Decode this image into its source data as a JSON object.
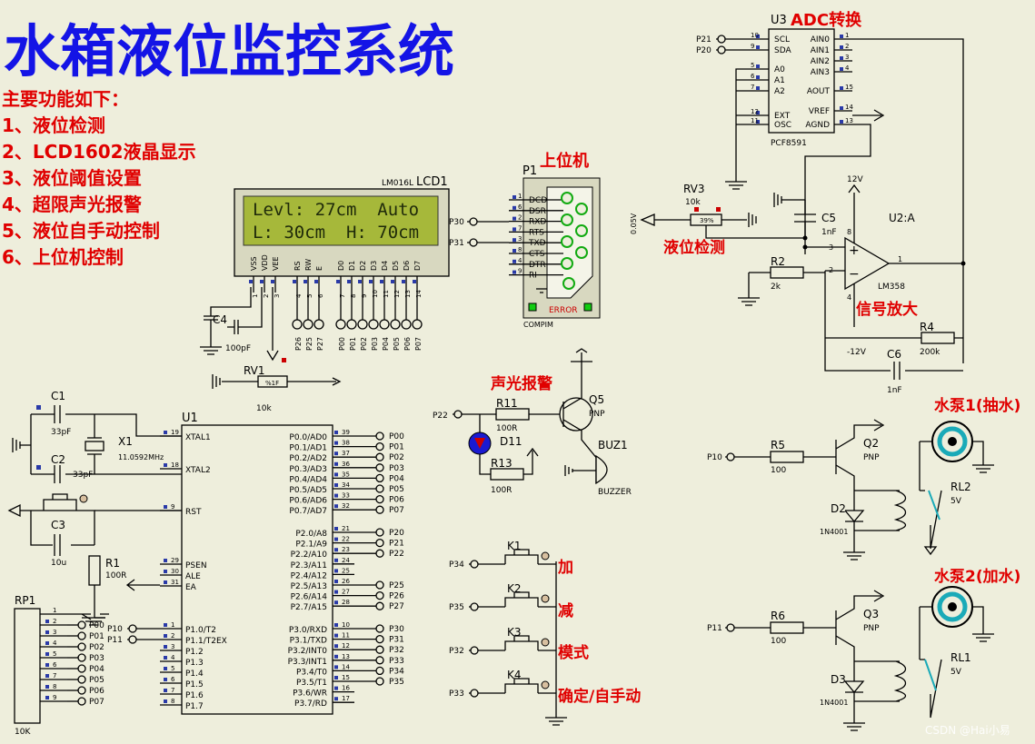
{
  "title": "水箱液位监控系统",
  "features": {
    "heading": "主要功能如下：",
    "items": [
      "1、液位检测",
      "2、LCD1602液晶显示",
      "3、液位阈值设置",
      "4、超限声光报警",
      "5、液位自手动控制",
      "6、上位机控制"
    ]
  },
  "annotations": {
    "adc": "ADC转换",
    "host": "上位机",
    "level_detect": "液位检测",
    "amp": "信号放大",
    "alarm": "声光报警",
    "pump1": "水泵1(抽水)",
    "pump2": "水泵2(加水)",
    "k_add": "加",
    "k_sub": "减",
    "k_mode": "模式",
    "k_ok": "确定/自手动"
  },
  "lcd": {
    "model": "LM016L",
    "ref": "LCD1",
    "line1": "Levl: 27cm  Auto",
    "line2": "L: 30cm  H: 70cm",
    "pins": [
      "VSS",
      "VDD",
      "VEE",
      "RS",
      "RW",
      "E",
      "D0",
      "D1",
      "D2",
      "D3",
      "D4",
      "D5",
      "D6",
      "D7"
    ],
    "pin_nums": [
      "1",
      "2",
      "3",
      "4",
      "5",
      "6",
      "7",
      "8",
      "9",
      "10",
      "11",
      "12",
      "13",
      "14"
    ],
    "ctrl_nets": [
      "P26",
      "P25",
      "P27"
    ],
    "data_nets": [
      "P00",
      "P01",
      "P02",
      "P03",
      "P04",
      "P05",
      "P06",
      "P07"
    ],
    "rs_net": "P30",
    "rw_net": "P31"
  },
  "p1": {
    "ref": "P1",
    "model": "COMPIM",
    "pins": [
      "DCD",
      "DSR",
      "RXD",
      "RTS",
      "TXD",
      "CTS",
      "DTR",
      "RI"
    ],
    "pin_nums": [
      "1",
      "6",
      "2",
      "7",
      "3",
      "8",
      "4",
      "9"
    ],
    "error": "ERROR"
  },
  "u3": {
    "ref": "U3",
    "model": "PCF8591",
    "left": [
      "SCL",
      "SDA",
      "A0",
      "A1",
      "A2",
      "EXT",
      "OSC"
    ],
    "left_nums": [
      "10",
      "9",
      "5",
      "6",
      "7",
      "12",
      "11"
    ],
    "right": [
      "AIN0",
      "AIN1",
      "AIN2",
      "AIN3",
      "AOUT",
      "VREF",
      "AGND"
    ],
    "right_nums": [
      "1",
      "2",
      "3",
      "4",
      "15",
      "14",
      "13"
    ],
    "scl_net": "P21",
    "sda_net": "P20"
  },
  "rv3": {
    "ref": "RV3",
    "value": "10k",
    "pct": "39%",
    "volt": "0.05V"
  },
  "c5": {
    "ref": "C5",
    "value": "1nF"
  },
  "u2": {
    "ref": "U2:A",
    "model": "LM358",
    "v_pos": "12V",
    "v_neg": "-12V",
    "pin_in_p": "3",
    "pin_in_n": "2",
    "pin_out": "1",
    "pin_v8": "8",
    "pin_v4": "4"
  },
  "r2": {
    "ref": "R2",
    "value": "2k"
  },
  "r4": {
    "ref": "R4",
    "value": "200k"
  },
  "c6": {
    "ref": "C6",
    "value": "1nF"
  },
  "c4": {
    "ref": "C4",
    "value": "100pF"
  },
  "rv1": {
    "ref": "RV1",
    "value": "10k",
    "pct": "%1F"
  },
  "c1": {
    "ref": "C1",
    "value": "33pF"
  },
  "c2": {
    "ref": "C2",
    "value": "33pF"
  },
  "x1": {
    "ref": "X1",
    "value": "11.0592MHz"
  },
  "c3": {
    "ref": "C3",
    "value": "10u"
  },
  "r1": {
    "ref": "R1",
    "value": "100R"
  },
  "rp1": {
    "ref": "RP1",
    "value": "10K",
    "nets": [
      "P00",
      "P01",
      "P02",
      "P03",
      "P04",
      "P05",
      "P06",
      "P07"
    ],
    "pin_nums": [
      "1",
      "2",
      "3",
      "4",
      "5",
      "6",
      "7",
      "8",
      "9"
    ]
  },
  "u1": {
    "ref": "U1",
    "left": [
      {
        "n": "19",
        "l": "XTAL1"
      },
      {
        "n": "18",
        "l": "XTAL2"
      },
      {
        "n": "9",
        "l": "RST"
      },
      {
        "n": "29",
        "l": "PSEN"
      },
      {
        "n": "30",
        "l": "ALE"
      },
      {
        "n": "31",
        "l": "EA"
      },
      {
        "n": "1",
        "l": "P1.0/T2"
      },
      {
        "n": "2",
        "l": "P1.1/T2EX"
      },
      {
        "n": "3",
        "l": "P1.2"
      },
      {
        "n": "4",
        "l": "P1.3"
      },
      {
        "n": "5",
        "l": "P1.4"
      },
      {
        "n": "6",
        "l": "P1.5"
      },
      {
        "n": "7",
        "l": "P1.6"
      },
      {
        "n": "8",
        "l": "P1.7"
      }
    ],
    "p1_nets": [
      "P10",
      "P11"
    ],
    "right": [
      {
        "n": "39",
        "l": "P0.0/AD0",
        "net": "P00"
      },
      {
        "n": "38",
        "l": "P0.1/AD1",
        "net": "P01"
      },
      {
        "n": "37",
        "l": "P0.2/AD2",
        "net": "P02"
      },
      {
        "n": "36",
        "l": "P0.3/AD3",
        "net": "P03"
      },
      {
        "n": "35",
        "l": "P0.4/AD4",
        "net": "P04"
      },
      {
        "n": "34",
        "l": "P0.5/AD5",
        "net": "P05"
      },
      {
        "n": "33",
        "l": "P0.6/AD6",
        "net": "P06"
      },
      {
        "n": "32",
        "l": "P0.7/AD7",
        "net": "P07"
      },
      {
        "n": "21",
        "l": "P2.0/A8",
        "net": "P20"
      },
      {
        "n": "22",
        "l": "P2.1/A9",
        "net": "P21"
      },
      {
        "n": "23",
        "l": "P2.2/A10",
        "net": "P22"
      },
      {
        "n": "24",
        "l": "P2.3/A11",
        "net": ""
      },
      {
        "n": "25",
        "l": "P2.4/A12",
        "net": ""
      },
      {
        "n": "26",
        "l": "P2.5/A13",
        "net": "P25"
      },
      {
        "n": "27",
        "l": "P2.6/A14",
        "net": "P26"
      },
      {
        "n": "28",
        "l": "P2.7/A15",
        "net": "P27"
      },
      {
        "n": "10",
        "l": "P3.0/RXD",
        "net": "P30"
      },
      {
        "n": "11",
        "l": "P3.1/TXD",
        "net": "P31"
      },
      {
        "n": "12",
        "l": "P3.2/INT0",
        "net": "P32"
      },
      {
        "n": "13",
        "l": "P3.3/INT1",
        "net": "P33"
      },
      {
        "n": "14",
        "l": "P3.4/T0",
        "net": "P34"
      },
      {
        "n": "15",
        "l": "P3.5/T1",
        "net": "P35"
      },
      {
        "n": "16",
        "l": "P3.6/WR",
        "net": ""
      },
      {
        "n": "17",
        "l": "P3.7/RD",
        "net": ""
      }
    ]
  },
  "alarm": {
    "r11": "R11",
    "r11v": "100R",
    "r13": "R13",
    "r13v": "100R",
    "d11": "D11",
    "q5": "Q5",
    "q5t": "PNP",
    "buz": "BUZ1",
    "buzt": "BUZZER",
    "net": "P22"
  },
  "keys": [
    {
      "ref": "K1",
      "net": "P34"
    },
    {
      "ref": "K2",
      "net": "P35"
    },
    {
      "ref": "K3",
      "net": "P32"
    },
    {
      "ref": "K4",
      "net": "P33"
    }
  ],
  "pump1": {
    "r": "R5",
    "rv": "100",
    "net": "P10",
    "q": "Q2",
    "qt": "PNP",
    "d": "D2",
    "dt": "1N4001",
    "rl": "RL2",
    "rlv": "5V"
  },
  "pump2": {
    "r": "R6",
    "rv": "100",
    "net": "P11",
    "q": "Q3",
    "qt": "PNP",
    "d": "D3",
    "dt": "1N4001",
    "rl": "RL1",
    "rlv": "5V"
  },
  "watermark": "CSDN @Hai小易",
  "colors": {
    "background": "#eeeedc",
    "title": "#1414e6",
    "annotation": "#e00000",
    "lcd_screen": "#a6b83a",
    "wire": "#000000"
  }
}
